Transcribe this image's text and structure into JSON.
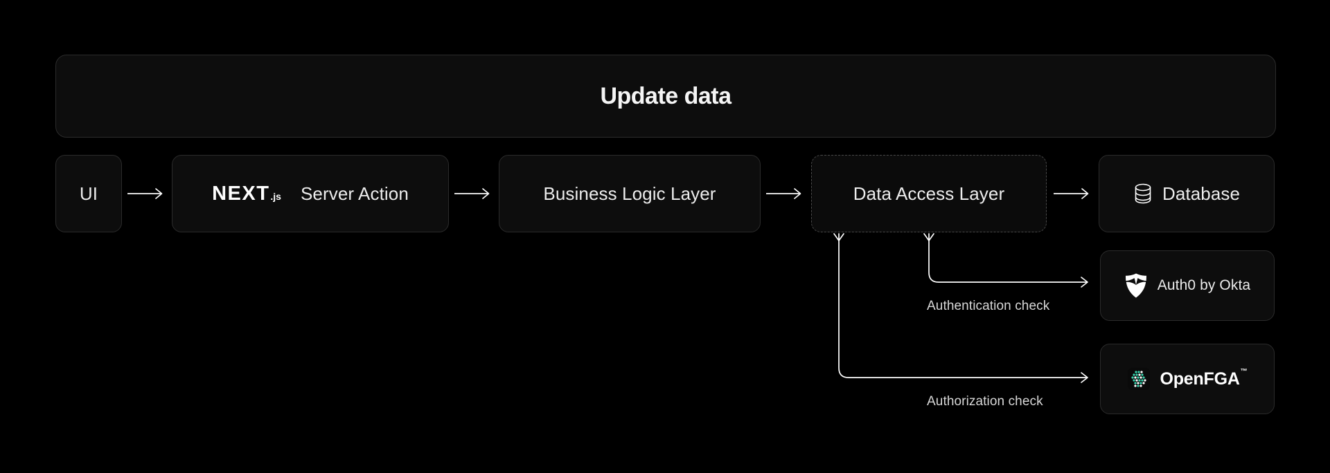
{
  "header": {
    "title": "Update data"
  },
  "flow": {
    "nodes": [
      {
        "id": "ui",
        "label": "UI",
        "icon": null,
        "dashed": false
      },
      {
        "id": "next",
        "label": "Server Action",
        "icon": "nextjs-logo",
        "dashed": false,
        "brand": "NEXT",
        "brand_suffix": ".js"
      },
      {
        "id": "bll",
        "label": "Business Logic Layer",
        "icon": null,
        "dashed": false
      },
      {
        "id": "dal",
        "label": "Data Access Layer",
        "icon": null,
        "dashed": true
      },
      {
        "id": "db",
        "label": "Database",
        "icon": "database-icon",
        "dashed": false
      }
    ],
    "arrows": [
      {
        "id": "ui-next",
        "glyph": "→"
      },
      {
        "id": "next-bll",
        "glyph": "→"
      },
      {
        "id": "bll-dal",
        "glyph": "→"
      },
      {
        "id": "dal-db",
        "glyph": "→"
      }
    ]
  },
  "services": [
    {
      "id": "auth0",
      "label": "Auth0 by Okta",
      "icon": "auth0-shield-icon"
    },
    {
      "id": "openfga",
      "label": "OpenFGA",
      "trademark": "™",
      "icon": "openfga-dots-icon"
    }
  ],
  "connectors": [
    {
      "id": "authn",
      "label": "Authentication check",
      "from": "data-access-layer",
      "to": "auth0"
    },
    {
      "id": "authz",
      "label": "Authorization check",
      "from": "data-access-layer",
      "to": "openfga"
    }
  ],
  "colors": {
    "page_background": "#000000",
    "box_background": "#0d0d0d",
    "box_border": "#2b2b2b",
    "dashed_border": "#4a4a4a",
    "text": "#ececec",
    "openfga_accent": "#3ad6b0",
    "stroke": "#ffffff"
  }
}
